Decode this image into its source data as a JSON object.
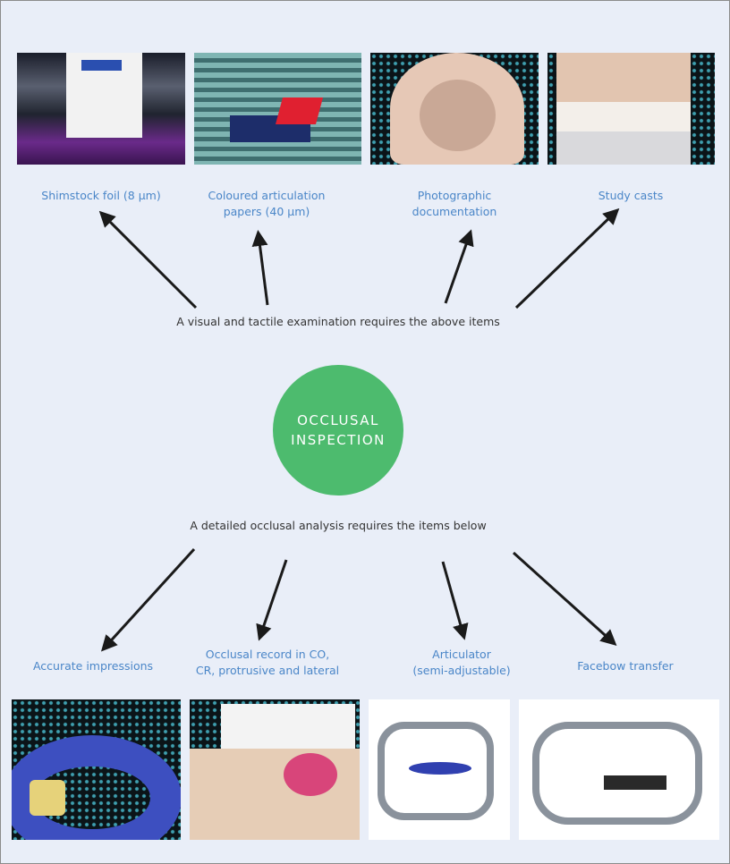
{
  "center": {
    "line1": "OCCLUSAL",
    "line2": "INSPECTION",
    "color": "#4dbb6e"
  },
  "top_caption": "A visual and tactile examination requires the above items",
  "bottom_caption": "A detailed occlusal analysis requires the items below",
  "top_items": [
    {
      "line1": "Shimstock foil (8 µm)",
      "line2": ""
    },
    {
      "line1": "Coloured articulation",
      "line2": "papers (40 µm)"
    },
    {
      "line1": "Photographic",
      "line2": "documentation"
    },
    {
      "line1": "Study casts",
      "line2": ""
    }
  ],
  "bottom_items": [
    {
      "line1": "Accurate impressions",
      "line2": ""
    },
    {
      "line1": "Occlusal record in CO,",
      "line2": "CR, protrusive and lateral"
    },
    {
      "line1": "Articulator",
      "line2": "(semi-adjustable)"
    },
    {
      "line1": "Facebow transfer",
      "line2": ""
    }
  ],
  "label_color": "#4a86c8"
}
